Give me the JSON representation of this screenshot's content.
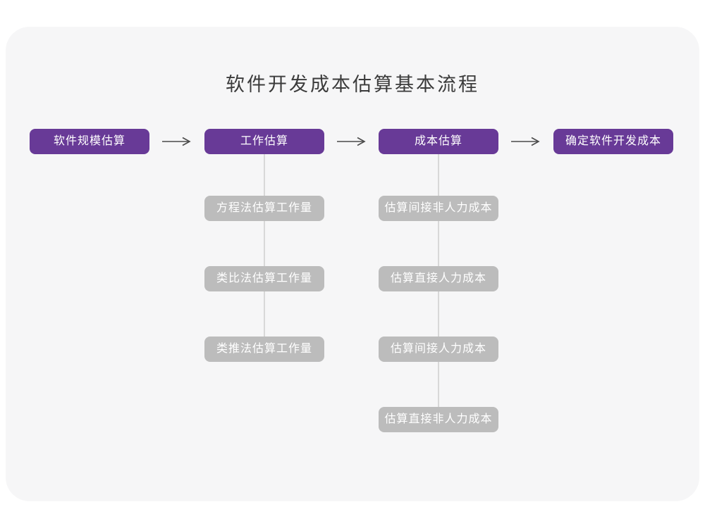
{
  "title": "软件开发成本估算基本流程",
  "colors": {
    "page_bg": "#ffffff",
    "card_bg": "#f6f6f7",
    "primary_purple": "#683a97",
    "sub_gray": "#bcbcbc",
    "connector": "#d8d8d8",
    "arrow": "#4a4a4a",
    "title_text": "#3b3b3b",
    "box_text": "#ffffff"
  },
  "flow": {
    "main_steps": [
      {
        "label": "软件规模估算"
      },
      {
        "label": "工作估算"
      },
      {
        "label": "成本估算"
      },
      {
        "label": "确定软件开发成本"
      }
    ],
    "work_estimation_methods": [
      "方程法估算工作量",
      "类比法估算工作量",
      "类推法估算工作量"
    ],
    "cost_estimation_steps": [
      "估算间接非人力成本",
      "估算直接人力成本",
      "估算间接人力成本",
      "估算直接非人力成本"
    ]
  }
}
